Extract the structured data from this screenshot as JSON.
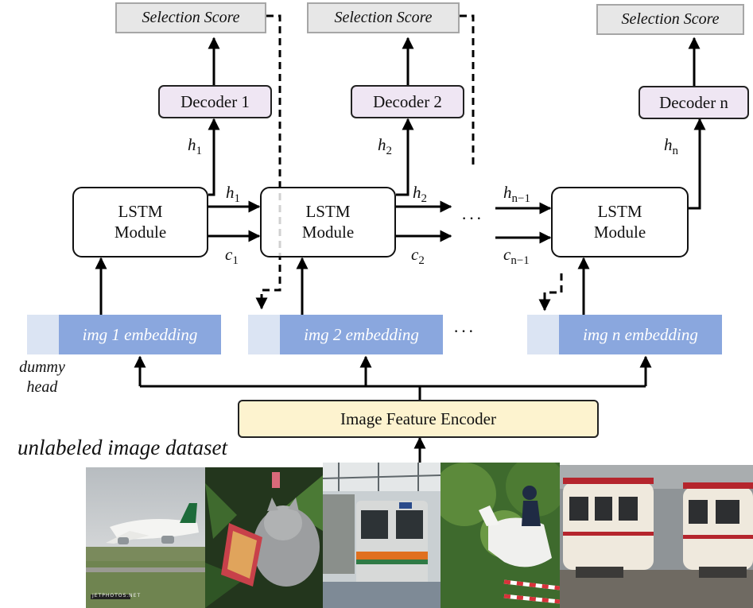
{
  "selection_scores": [
    "Selection Score",
    "Selection Score",
    "Selection Score"
  ],
  "decoders": [
    "Decoder 1",
    "Decoder 2",
    "Decoder n"
  ],
  "lstm_modules": [
    {
      "line1": "LSTM",
      "line2": "Module"
    },
    {
      "line1": "LSTM",
      "line2": "Module"
    },
    {
      "line1": "LSTM",
      "line2": "Module"
    }
  ],
  "hidden_labels": {
    "h_up_1": {
      "base": "h",
      "sub": "1"
    },
    "h_up_2": {
      "base": "h",
      "sub": "2"
    },
    "h_up_n": {
      "base": "h",
      "sub": "n"
    },
    "h_mid_1": {
      "base": "h",
      "sub": "1"
    },
    "h_mid_2": {
      "base": "h",
      "sub": "2"
    },
    "h_mid_n1": {
      "base": "h",
      "sub": "n−1"
    },
    "c_1": {
      "base": "c",
      "sub": "1"
    },
    "c_2": {
      "base": "c",
      "sub": "2"
    },
    "c_n1": {
      "base": "c",
      "sub": "n−1"
    }
  },
  "ellipsis": "···",
  "embeddings": [
    "img 1 embedding",
    "img 2 embedding",
    "img n embedding"
  ],
  "dummy_head": {
    "line1": "dummy",
    "line2": "head"
  },
  "encoder_label": "Image Feature Encoder",
  "dataset_title": "unlabeled image dataset",
  "photos": [
    "airplane-photo",
    "cat-photo",
    "train-station-photo",
    "horse-rider-photo",
    "tram-photo"
  ],
  "photo_watermark": "JETPHOTOS.NET",
  "colors": {
    "band_fill": "#f8d9c4",
    "decoder_fill": "#efe6f3",
    "encoder_fill": "#fdf3cf",
    "embedding_fill": "#8aa7de",
    "dummy_fill": "#dbe4f3",
    "score_fill": "#e7e7e7"
  }
}
